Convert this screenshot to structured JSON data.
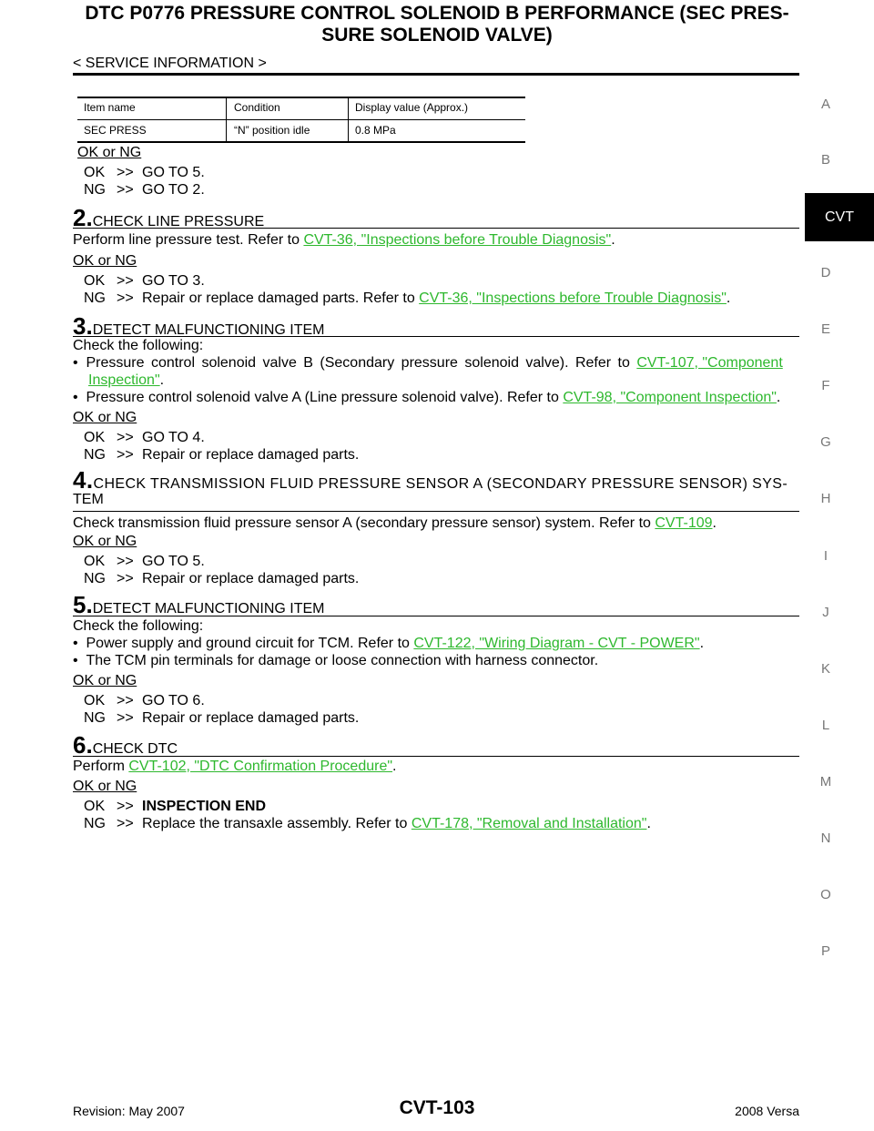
{
  "header": {
    "title_line1": "DTC P0776 PRESSURE CONTROL SOLENOID B PERFORMANCE (SEC PRES-",
    "title_line2": "SURE SOLENOID VALVE)",
    "breadcrumb": "< SERVICE INFORMATION >"
  },
  "side_index": {
    "letters": [
      "A",
      "B",
      "D",
      "E",
      "F",
      "G",
      "H",
      "I",
      "J",
      "K",
      "L",
      "M",
      "N",
      "O",
      "P"
    ],
    "active": "CVT"
  },
  "table": {
    "headers": [
      "Item name",
      "Condition",
      "Display value (Approx.)"
    ],
    "row": [
      "SEC PRESS",
      "“N” position idle",
      "0.8 MPa"
    ]
  },
  "labels": {
    "ok_or_ng": "OK or NG",
    "ok": "OK",
    "ng": "NG",
    "arrow": ">>"
  },
  "step1": {
    "ok": "GO TO 5.",
    "ng": "GO TO 2."
  },
  "step2": {
    "num": "2.",
    "title": "CHECK LINE PRESSURE",
    "body": "Perform line pressure test. Refer to ",
    "link": "CVT-36, \"Inspections before Trouble Diagnosis\"",
    "ok": "GO TO 3.",
    "ng": "Repair or replace damaged parts. Refer to ",
    "ng_link": "CVT-36, \"Inspections before Trouble Diagnosis\""
  },
  "step3": {
    "num": "3.",
    "title": "DETECT MALFUNCTIONING ITEM",
    "intro": "Check the following:",
    "b1": "Pressure control solenoid valve B (Secondary pressure solenoid valve). Refer to ",
    "b1_link1": "CVT-107, \"Component",
    "b1_link2": "Inspection\"",
    "b2": "Pressure control solenoid valve A (Line pressure solenoid valve). Refer to ",
    "b2_link": "CVT-98, \"Component Inspection\"",
    "ok": "GO TO 4.",
    "ng": "Repair or replace damaged parts."
  },
  "step4": {
    "num": "4.",
    "title": "CHECK TRANSMISSION FLUID PRESSURE SENSOR A (SECONDARY PRESSURE SENSOR) SYS-",
    "title2": "TEM",
    "body": "Check transmission fluid pressure sensor A (secondary pressure sensor) system. Refer to ",
    "link": "CVT-109",
    "ok": "GO TO 5.",
    "ng": "Repair or replace damaged parts."
  },
  "step5": {
    "num": "5.",
    "title": "DETECT MALFUNCTIONING ITEM",
    "intro": "Check the following:",
    "b1": "Power supply and ground circuit for TCM. Refer to ",
    "b1_link": "CVT-122, \"Wiring Diagram - CVT - POWER\"",
    "b2": "The TCM pin terminals for damage or loose connection with harness connector.",
    "ok": "GO TO 6.",
    "ng": "Repair or replace damaged parts."
  },
  "step6": {
    "num": "6.",
    "title": "CHECK DTC",
    "body": "Perform ",
    "link": "CVT-102, \"DTC Confirmation Procedure\"",
    "ok": "INSPECTION END",
    "ng": "Replace the transaxle assembly. Refer to ",
    "ng_link": "CVT-178, \"Removal and Installation\""
  },
  "footer": {
    "revision": "Revision: May 2007",
    "page": "CVT-103",
    "model": "2008 Versa"
  }
}
